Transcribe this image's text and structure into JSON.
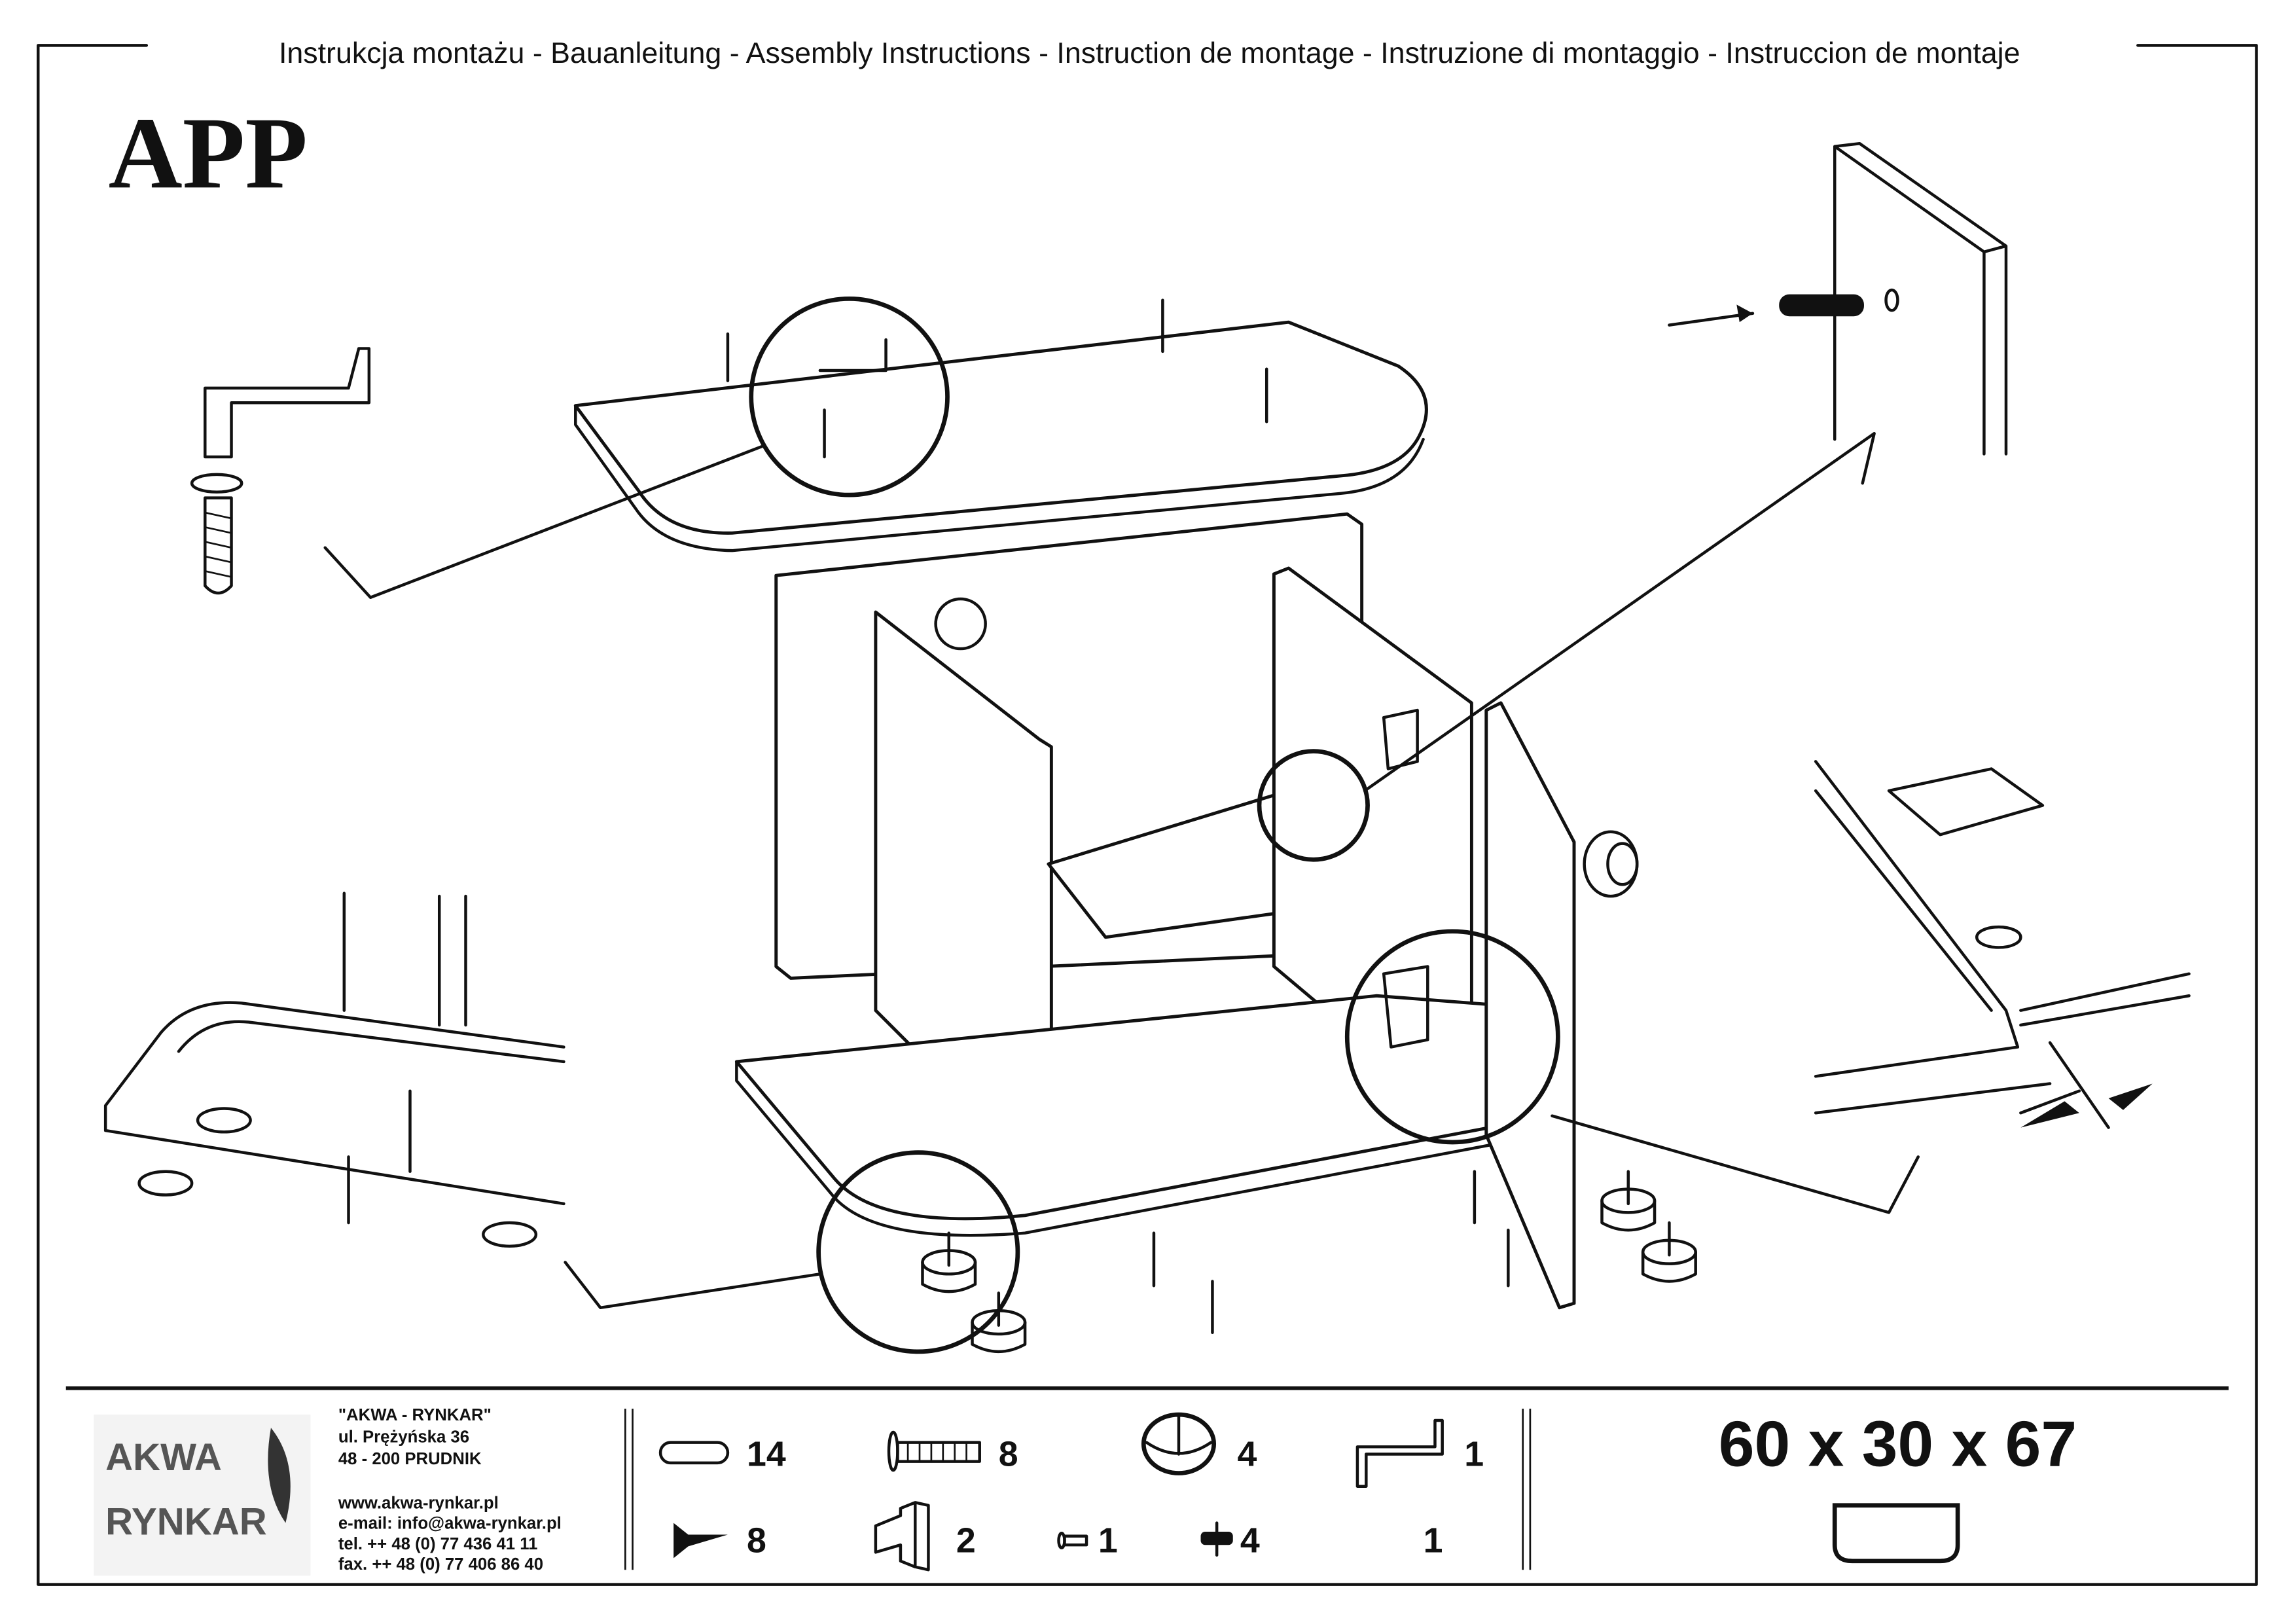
{
  "header": {
    "title": "Instrukcja montażu - Bauanleitung - Assembly Instructions - Instruction de montage -  Instruzione di montaggio - Instruccion de montaje",
    "model": "APP"
  },
  "company": {
    "logo_text": [
      "AKWA",
      "RYNKAR"
    ],
    "name": "\"AKWA - RYNKAR\"",
    "street": "ul. Prężyńska 36",
    "city": "48 - 200 PRUDNIK",
    "www": "www.akwa-rynkar.pl",
    "email": "e-mail: info@akwa-rynkar.pl",
    "tel": "tel. ++ 48 (0) 77 436 41 11",
    "fax": "fax. ++ 48 (0) 77 406 86 40"
  },
  "parts": [
    {
      "icon": "wooden-dowel",
      "qty": "14"
    },
    {
      "icon": "confirmat-screw",
      "qty": "8"
    },
    {
      "icon": "leveling-foot",
      "qty": "4"
    },
    {
      "icon": "allen-key",
      "qty": "1"
    },
    {
      "icon": "wood-screw",
      "qty": "8"
    },
    {
      "icon": "hinge",
      "qty": "2"
    },
    {
      "icon": "knob-screw",
      "qty": "1"
    },
    {
      "icon": "shelf-pin",
      "qty": "4"
    },
    {
      "icon": "knob",
      "qty": "1"
    }
  ],
  "dimensions": "60 x 30 x 67"
}
